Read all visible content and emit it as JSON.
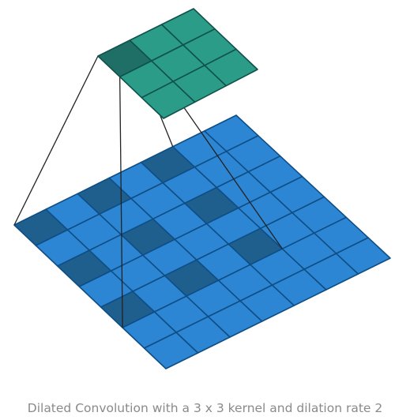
{
  "caption": "Dilated Convolution with a 3 x 3 kernel and dilation rate 2",
  "input_grid": {
    "rows": 7,
    "cols": 7,
    "highlighted_cells": [
      [
        0,
        0
      ],
      [
        0,
        2
      ],
      [
        0,
        4
      ],
      [
        2,
        0
      ],
      [
        2,
        2
      ],
      [
        2,
        4
      ],
      [
        4,
        0
      ],
      [
        4,
        2
      ],
      [
        4,
        4
      ]
    ]
  },
  "output_grid": {
    "rows": 3,
    "cols": 3,
    "highlighted_cells": [
      [
        0,
        0
      ]
    ]
  },
  "colors": {
    "input_fill": "#2c86d4",
    "input_highlight": "#1f5f8e",
    "output_fill": "#2a9c88",
    "output_highlight": "#1f6f66",
    "grid_line": "#0f4e85",
    "output_grid_line": "#10514a",
    "connector": "#222222"
  }
}
